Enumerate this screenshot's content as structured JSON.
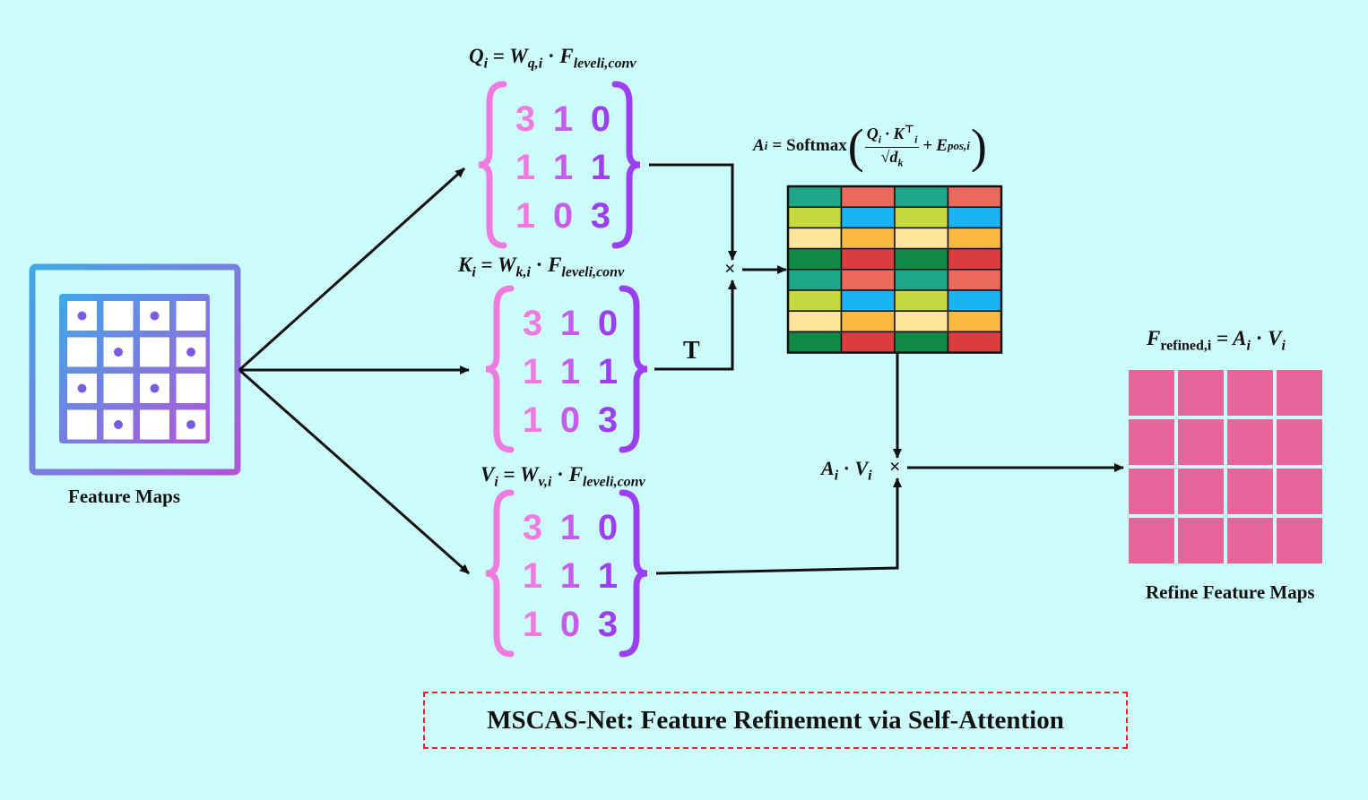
{
  "labels": {
    "feature_maps": "Feature Maps",
    "refine_feature_maps": "Refine Feature Maps",
    "transpose": "T",
    "multiply": "×",
    "caption": "MSCAS-Net: Feature Refinement via Self-Attention"
  },
  "equations": {
    "q": {
      "lhs": "Q",
      "lhs_sub": "i",
      "w": "W",
      "w_sub": "q,i",
      "f": "F",
      "f_sub": "leveli,conv"
    },
    "k": {
      "lhs": "K",
      "lhs_sub": "i",
      "w": "W",
      "w_sub": "k,i",
      "f": "F",
      "f_sub": "leveli,conv"
    },
    "v": {
      "lhs": "V",
      "lhs_sub": "i",
      "w": "W",
      "w_sub": "v,i",
      "f": "F",
      "f_sub": "leveli,conv"
    },
    "attention": {
      "lhs": "A",
      "lhs_sub": "i",
      "fn": "Softmax",
      "num": "Q",
      "num_sub": "i",
      "k": "K",
      "k_sup": "⊤",
      "k_sub": "i",
      "den": "d",
      "den_sub": "k",
      "e": "E",
      "e_sub": "pos,i"
    },
    "product": {
      "a": "A",
      "a_sub": "i",
      "v": "V",
      "v_sub": "i"
    },
    "refined": {
      "lhs": "F",
      "lhs_sub": "refined,i",
      "a": "A",
      "a_sub": "i",
      "v": "V",
      "v_sub": "i"
    }
  },
  "matrix_values": [
    [
      "3",
      "1",
      "0"
    ],
    [
      "1",
      "1",
      "1"
    ],
    [
      "1",
      "0",
      "3"
    ]
  ],
  "colors": {
    "background": "#cdfcfd",
    "matrix_left": "#f07be0",
    "matrix_right": "#9b3ff0",
    "refined_cells": "#e8659a",
    "caption_border": "#e0262a",
    "attention_palette": [
      "#1fa68a",
      "#ec6a5c",
      "#c5d941",
      "#1ab3f5",
      "#fde49a",
      "#fbb941",
      "#118a45",
      "#dc3e3f"
    ]
  },
  "attention_grid": [
    [
      0,
      1,
      0,
      1
    ],
    [
      2,
      3,
      2,
      3
    ],
    [
      4,
      5,
      4,
      5
    ],
    [
      6,
      7,
      6,
      7
    ],
    [
      0,
      1,
      0,
      1
    ],
    [
      2,
      3,
      2,
      3
    ],
    [
      4,
      5,
      4,
      5
    ],
    [
      6,
      7,
      6,
      7
    ]
  ]
}
